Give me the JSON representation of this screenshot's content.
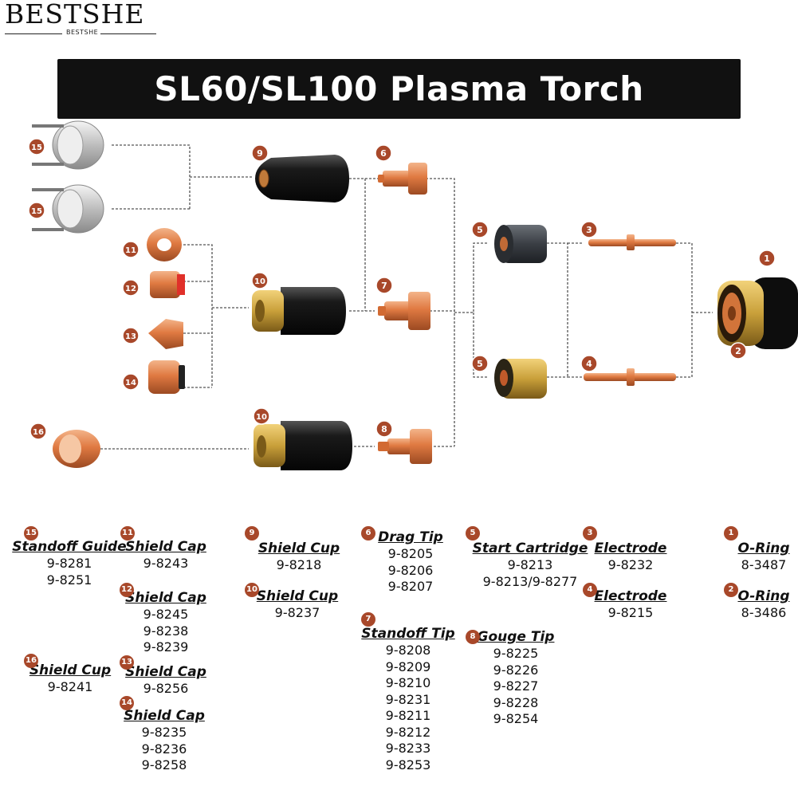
{
  "brand": {
    "name": "BESTSHE",
    "subtitle": "BESTSHE"
  },
  "title": "SL60/SL100 Plasma Torch Consumables",
  "colors": {
    "badge": "#a8482a",
    "copper": "#d9743e",
    "brass": "#c9a03a",
    "black_part": "#1a1a1a",
    "silver": "#cfcfcf",
    "connector": "#555555"
  },
  "callouts": [
    "15",
    "15",
    "9",
    "6",
    "11",
    "12",
    "13",
    "14",
    "10",
    "7",
    "5",
    "3",
    "1",
    "2",
    "5",
    "4",
    "16",
    "10",
    "8"
  ],
  "parts": [
    {
      "num": "15",
      "name": "Standoff Guide",
      "codes": [
        "9-8281",
        "9-8251"
      ]
    },
    {
      "num": "11",
      "name": "Shield Cap",
      "codes": [
        "9-8243"
      ]
    },
    {
      "num": "12",
      "name": "Shield Cap",
      "codes": [
        "9-8245",
        "9-8238",
        "9-8239"
      ]
    },
    {
      "num": "16",
      "name": "Shield Cup",
      "codes": [
        "9-8241"
      ]
    },
    {
      "num": "13",
      "name": "Shield Cap",
      "codes": [
        "9-8256"
      ]
    },
    {
      "num": "14",
      "name": "Shield Cap",
      "codes": [
        "9-8235",
        "9-8236",
        "9-8258"
      ]
    },
    {
      "num": "9",
      "name": "Shield Cup",
      "codes": [
        "9-8218"
      ]
    },
    {
      "num": "10",
      "name": "Shield Cup",
      "codes": [
        "9-8237"
      ]
    },
    {
      "num": "6",
      "name": "Drag Tip",
      "codes": [
        "9-8205",
        "9-8206",
        "9-8207"
      ]
    },
    {
      "num": "7",
      "name": "Standoff Tip",
      "codes": [
        "9-8208",
        "9-8209",
        "9-8210",
        "9-8231",
        "9-8211",
        "9-8212",
        "9-8233",
        "9-8253"
      ]
    },
    {
      "num": "5",
      "name": "Start Cartridge",
      "codes": [
        "9-8213",
        "9-8213/9-8277"
      ]
    },
    {
      "num": "8",
      "name": "Gouge Tip",
      "codes": [
        "9-8225",
        "9-8226",
        "9-8227",
        "9-8228",
        "9-8254"
      ]
    },
    {
      "num": "3",
      "name": "Electrode",
      "codes": [
        "9-8232"
      ]
    },
    {
      "num": "4",
      "name": "Electrode",
      "codes": [
        "9-8215"
      ]
    },
    {
      "num": "1",
      "name": "O-Ring",
      "codes": [
        "8-3487"
      ]
    },
    {
      "num": "2",
      "name": "O-Ring",
      "codes": [
        "8-3486"
      ]
    }
  ]
}
